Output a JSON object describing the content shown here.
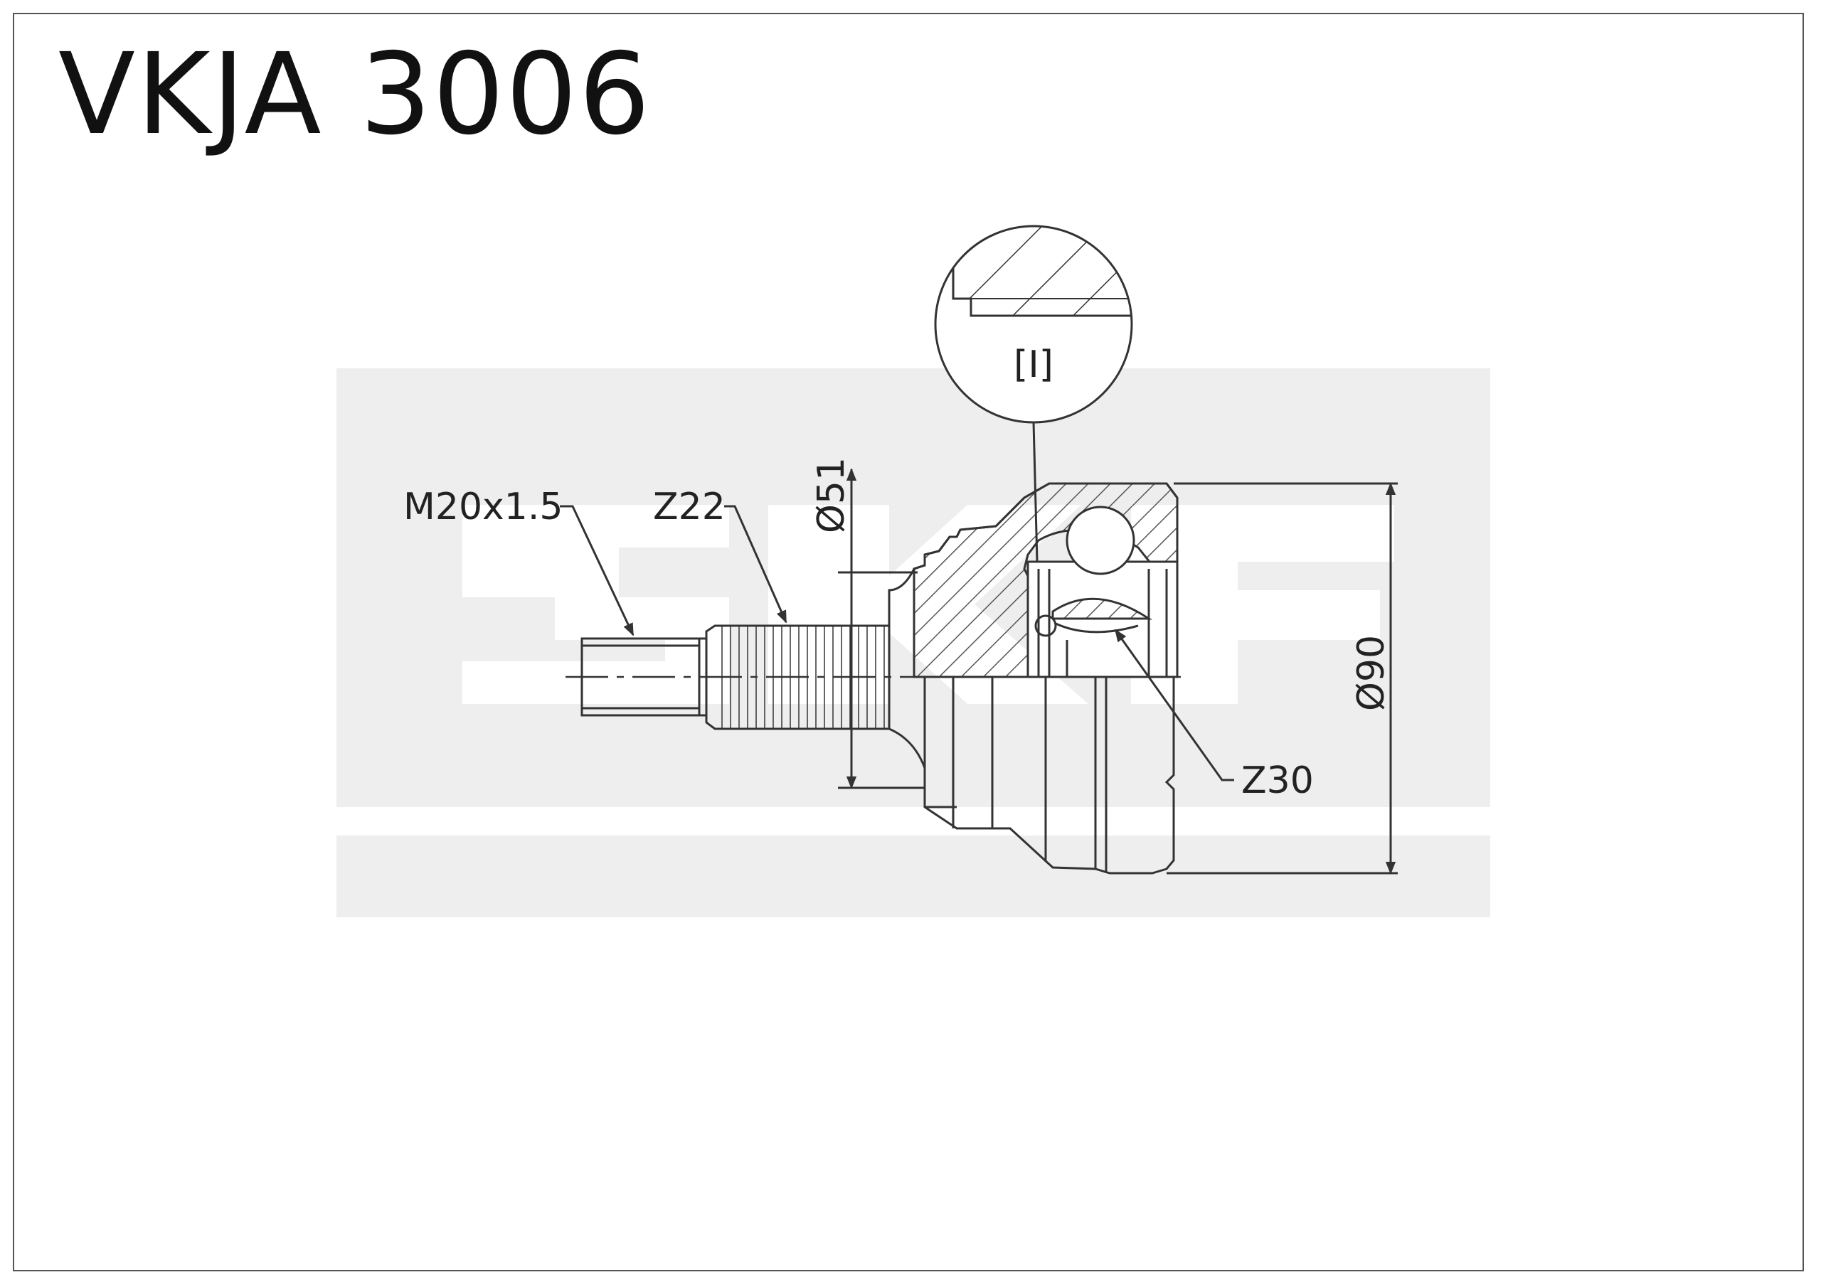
{
  "title": "VKJA 3006",
  "brand_watermark": "SKF",
  "labels": {
    "detail_ref": "[I]",
    "thread": "M20x1.5",
    "spline_shaft": "Z22",
    "diameter_small": "Ø51",
    "diameter_large": "Ø90",
    "spline_inner": "Z30"
  },
  "colors": {
    "line": "#333333",
    "watermark": "#eeeeee",
    "background": "#ffffff"
  }
}
